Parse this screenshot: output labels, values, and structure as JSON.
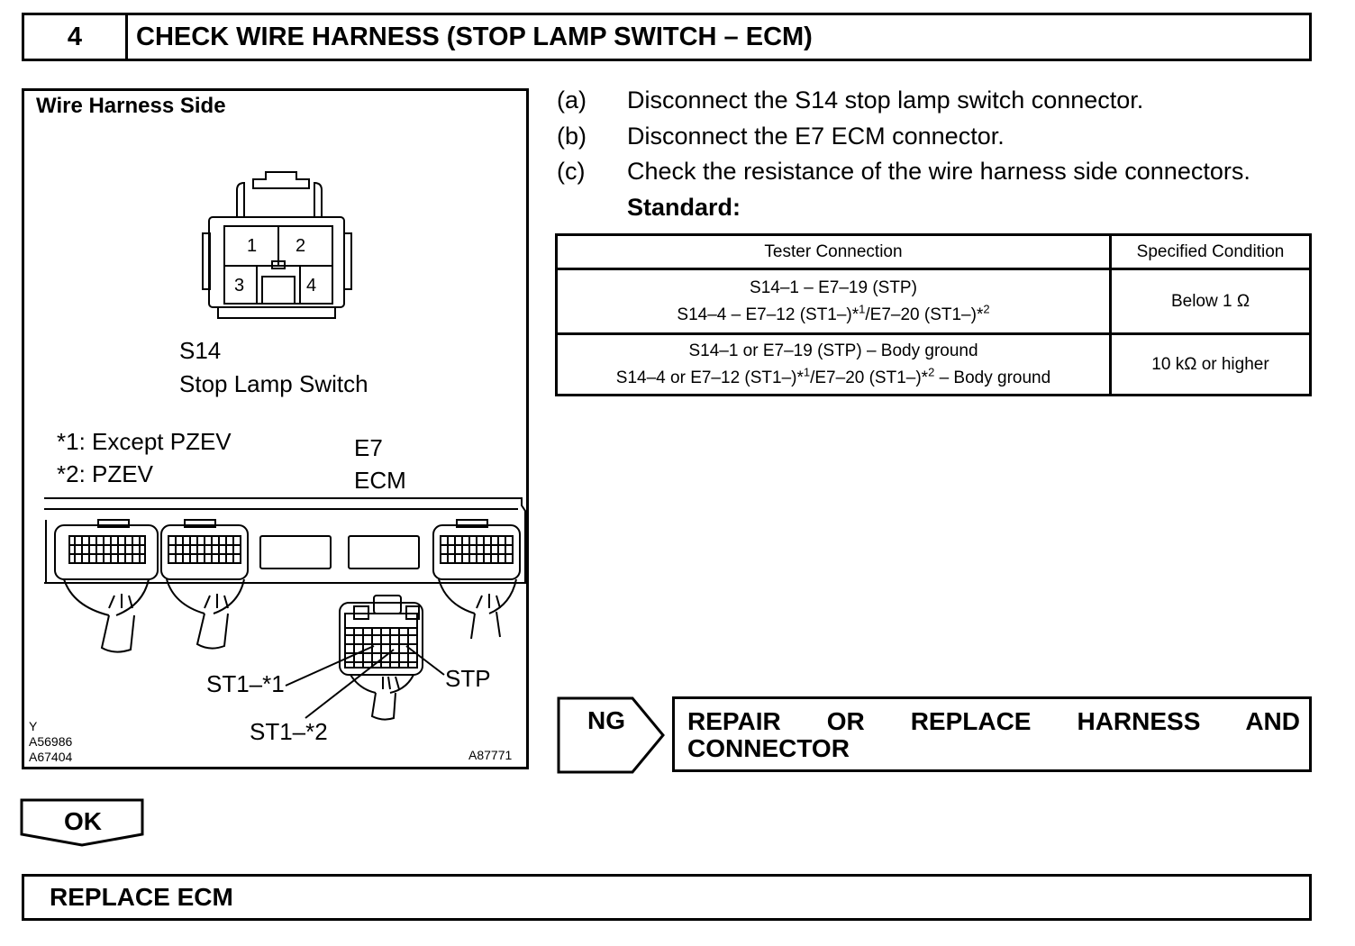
{
  "header": {
    "step_number": "4",
    "title": "CHECK WIRE HARNESS (STOP LAMP SWITCH – ECM)"
  },
  "figure": {
    "title": "Wire Harness Side",
    "s14_pins": [
      "1",
      "2",
      "3",
      "4"
    ],
    "s14_code": "S14",
    "s14_name": "Stop Lamp Switch",
    "note1": "*1: Except PZEV",
    "note2": "*2: PZEV",
    "e7_code": "E7",
    "e7_name": "ECM",
    "label_st1_1": "ST1–*1",
    "label_st1_2": "ST1–*2",
    "label_stp": "STP",
    "ref_y": "Y",
    "ref_1": "A56986",
    "ref_2": "A67404",
    "ref_3": "A87771"
  },
  "steps": [
    {
      "label": "(a)",
      "text": "Disconnect the S14 stop lamp switch connector."
    },
    {
      "label": "(b)",
      "text": "Disconnect the E7 ECM connector."
    },
    {
      "label": "(c)",
      "text": "Check the resistance of the wire harness side connectors."
    }
  ],
  "standard_label": "Standard:",
  "table": {
    "headers": [
      "Tester Connection",
      "Specified Condition"
    ],
    "rows": [
      {
        "line1": "S14–1 – E7–19 (STP)",
        "line2_a": "S14–4 – E7–12 (ST1–)*",
        "sup1": "1",
        "line2_b": "/E7–20 (ST1–)*",
        "sup2": "2",
        "line2_c": "",
        "condition": "Below 1 Ω"
      },
      {
        "line1": "S14–1 or E7–19 (STP) – Body ground",
        "line2_a": "S14–4 or E7–12 (ST1–)*",
        "sup1": "1",
        "line2_b": "/E7–20 (ST1–)*",
        "sup2": "2",
        "line2_c": " – Body ground",
        "condition": "10 kΩ or higher"
      }
    ]
  },
  "ng": {
    "label": "NG",
    "action": "REPAIR OR REPLACE HARNESS AND CONNECTOR"
  },
  "ok": {
    "label": "OK"
  },
  "final": {
    "action": "REPLACE ECM"
  }
}
